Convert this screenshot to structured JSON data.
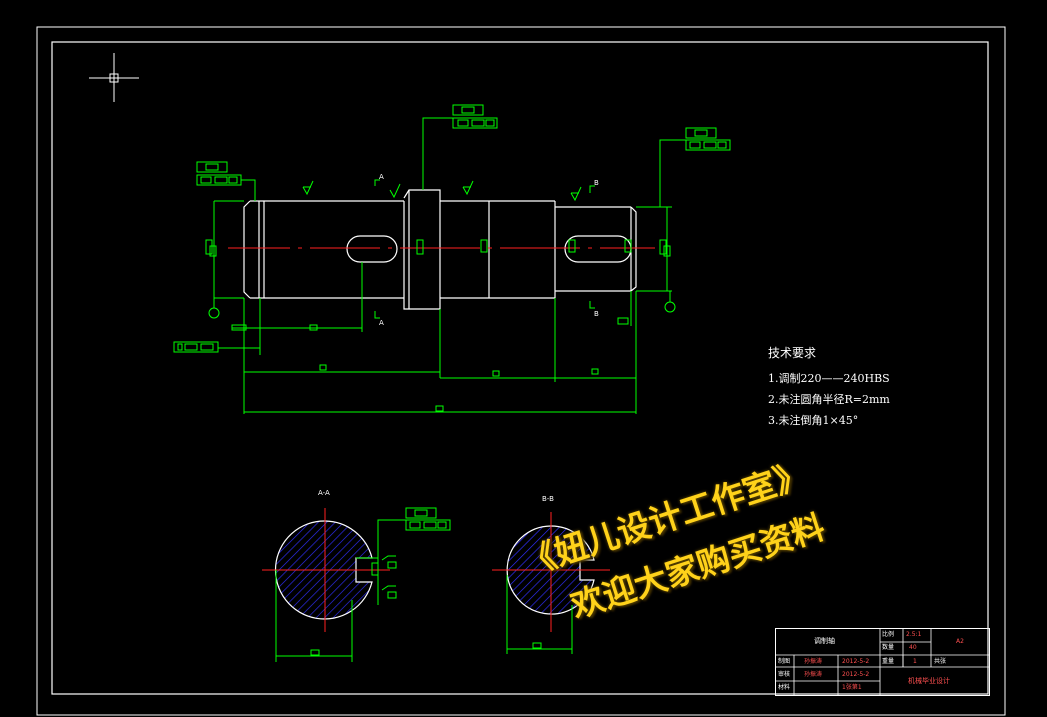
{
  "drawing": {
    "section_labels": {
      "a": "A-A",
      "b": "B-B"
    },
    "section_marks": {
      "a_top": "A",
      "a_bottom": "A",
      "b_top": "B",
      "b_bottom": "B"
    }
  },
  "tech_requirements": {
    "title": "技术要求",
    "items": [
      "1.调制220——240HBS",
      "2.未注圆角半径R=2mm",
      "3.未注倒角1×45°"
    ]
  },
  "watermark": {
    "line1": "《妞儿设计工作室》",
    "line2": "欢迎大家购买资料"
  },
  "title_block": {
    "part_name": "调制轴",
    "scale_label": "比例",
    "scale_value": "2.5:1",
    "qty_label": "数量",
    "qty_value": "40",
    "drawing_no": "A2",
    "material_label": "材料",
    "designer_label": "制图",
    "designer_name": "孙振涛",
    "design_date": "2012-5-2",
    "weight_label": "重量",
    "weight_value": "1",
    "sheet_label": "共张",
    "checker_label": "审核",
    "checker_name": "孙振涛",
    "check_date": "2012-5-2",
    "sheet_info": "1张第1",
    "project_title": "机械毕业设计"
  },
  "colors": {
    "background": "#000000",
    "outline": "#ffffff",
    "dimension": "#00ff00",
    "centerline": "#ff2020",
    "hatch": "#3030ff",
    "watermark": "#ffd21a"
  }
}
